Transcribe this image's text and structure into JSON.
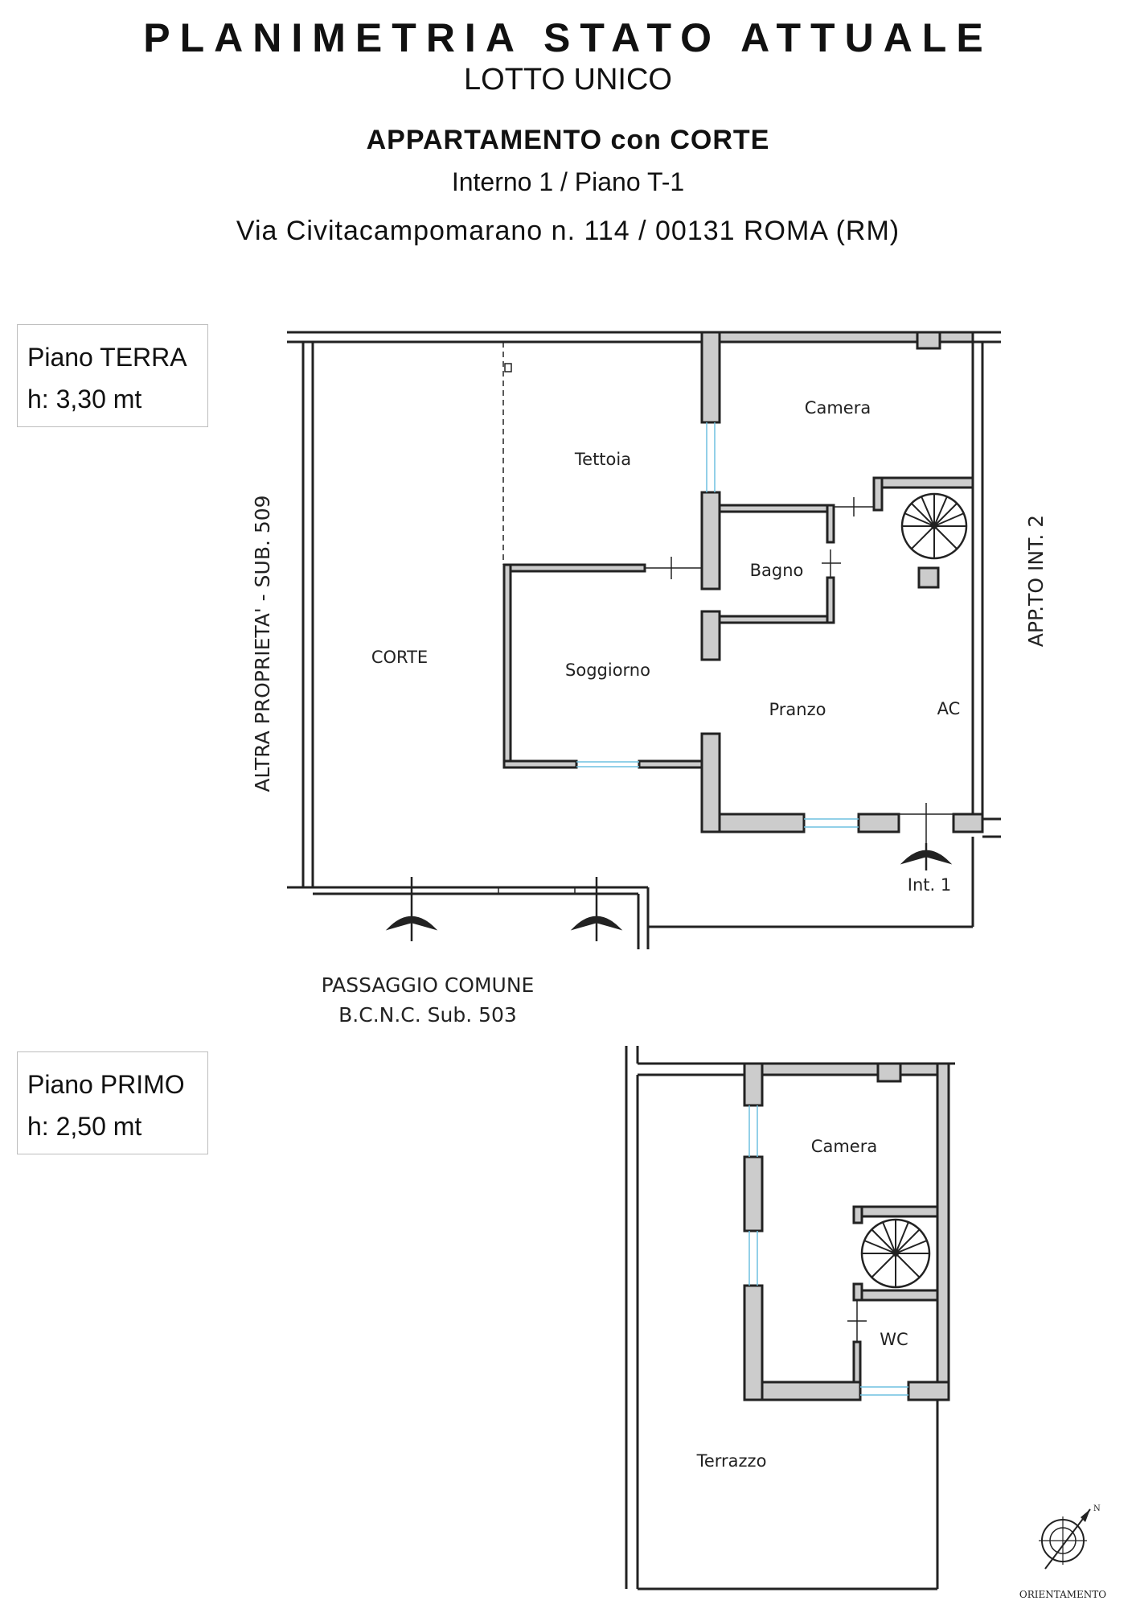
{
  "header": {
    "title": "PLANIMETRIA STATO ATTUALE",
    "lot": "LOTTO UNICO",
    "apartment": "APPARTAMENTO con CORTE",
    "interior": "Interno 1 / Piano T-1",
    "address": "Via Civitacampomarano n. 114 / 00131 ROMA (RM)"
  },
  "floors": {
    "ground": {
      "name": "Piano TERRA",
      "height": "h: 3,30 mt",
      "rooms": {
        "camera": "Camera",
        "tettoia": "Tettoia",
        "bagno": "Bagno",
        "corte": "CORTE",
        "soggiorno": "Soggiorno",
        "pranzo": "Pranzo",
        "ac": "AC",
        "entrance": "Int. 1"
      },
      "sides": {
        "left": "ALTRA PROPRIETA' - SUB. 509",
        "right": "APP.TO INT. 2",
        "bottom_line1": "PASSAGGIO COMUNE",
        "bottom_line2": "B.C.N.C. Sub. 503"
      }
    },
    "first": {
      "name": "Piano PRIMO",
      "height": "h: 2,50 mt",
      "rooms": {
        "camera": "Camera",
        "wc": "WC",
        "terrazzo": "Terrazzo"
      }
    }
  },
  "compass": {
    "label": "ORIENTAMENTO"
  },
  "colors": {
    "wall_fill": "#cccccc",
    "line": "#222222",
    "window": "#6fc1e0"
  }
}
